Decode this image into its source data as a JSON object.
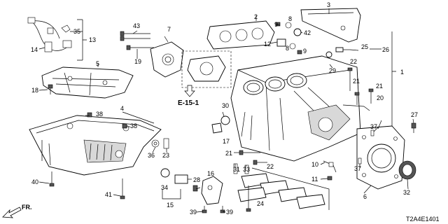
{
  "diagram": {
    "reference_label": "E-15-1",
    "direction_label": "FR.",
    "diagram_code": "T2A4E1401",
    "callouts": [
      {
        "id": "c1",
        "text": "1"
      },
      {
        "id": "c2",
        "text": "2"
      },
      {
        "id": "c3",
        "text": "3"
      },
      {
        "id": "c4",
        "text": "4"
      },
      {
        "id": "c5",
        "text": "5"
      },
      {
        "id": "c6",
        "text": "6"
      },
      {
        "id": "c7",
        "text": "7"
      },
      {
        "id": "c8a",
        "text": "8"
      },
      {
        "id": "c8b",
        "text": "8"
      },
      {
        "id": "c9a",
        "text": "9"
      },
      {
        "id": "c9b",
        "text": "9"
      },
      {
        "id": "c10",
        "text": "10"
      },
      {
        "id": "c11",
        "text": "11"
      },
      {
        "id": "c12",
        "text": "12"
      },
      {
        "id": "c13",
        "text": "13"
      },
      {
        "id": "c14",
        "text": "14"
      },
      {
        "id": "c15",
        "text": "15"
      },
      {
        "id": "c16",
        "text": "16"
      },
      {
        "id": "c17",
        "text": "17"
      },
      {
        "id": "c18",
        "text": "18"
      },
      {
        "id": "c19",
        "text": "19"
      },
      {
        "id": "c20",
        "text": "20"
      },
      {
        "id": "c21a",
        "text": "21"
      },
      {
        "id": "c21b",
        "text": "21"
      },
      {
        "id": "c21c",
        "text": "21"
      },
      {
        "id": "c22a",
        "text": "22"
      },
      {
        "id": "c22b",
        "text": "22"
      },
      {
        "id": "c23",
        "text": "23"
      },
      {
        "id": "c24",
        "text": "24"
      },
      {
        "id": "c25",
        "text": "25"
      },
      {
        "id": "c26",
        "text": "26"
      },
      {
        "id": "c27",
        "text": "27"
      },
      {
        "id": "c28",
        "text": "28"
      },
      {
        "id": "c29",
        "text": "29"
      },
      {
        "id": "c30",
        "text": "30"
      },
      {
        "id": "c31",
        "text": "31"
      },
      {
        "id": "c32",
        "text": "32"
      },
      {
        "id": "c33",
        "text": "33"
      },
      {
        "id": "c34",
        "text": "34"
      },
      {
        "id": "c35",
        "text": "35"
      },
      {
        "id": "c36",
        "text": "36"
      },
      {
        "id": "c37a",
        "text": "37"
      },
      {
        "id": "c37b",
        "text": "37"
      },
      {
        "id": "c38a",
        "text": "38"
      },
      {
        "id": "c38b",
        "text": "38"
      },
      {
        "id": "c39a",
        "text": "39"
      },
      {
        "id": "c39b",
        "text": "39"
      },
      {
        "id": "c40",
        "text": "40"
      },
      {
        "id": "c41",
        "text": "41"
      },
      {
        "id": "c42",
        "text": "42"
      },
      {
        "id": "c43",
        "text": "43"
      }
    ]
  }
}
